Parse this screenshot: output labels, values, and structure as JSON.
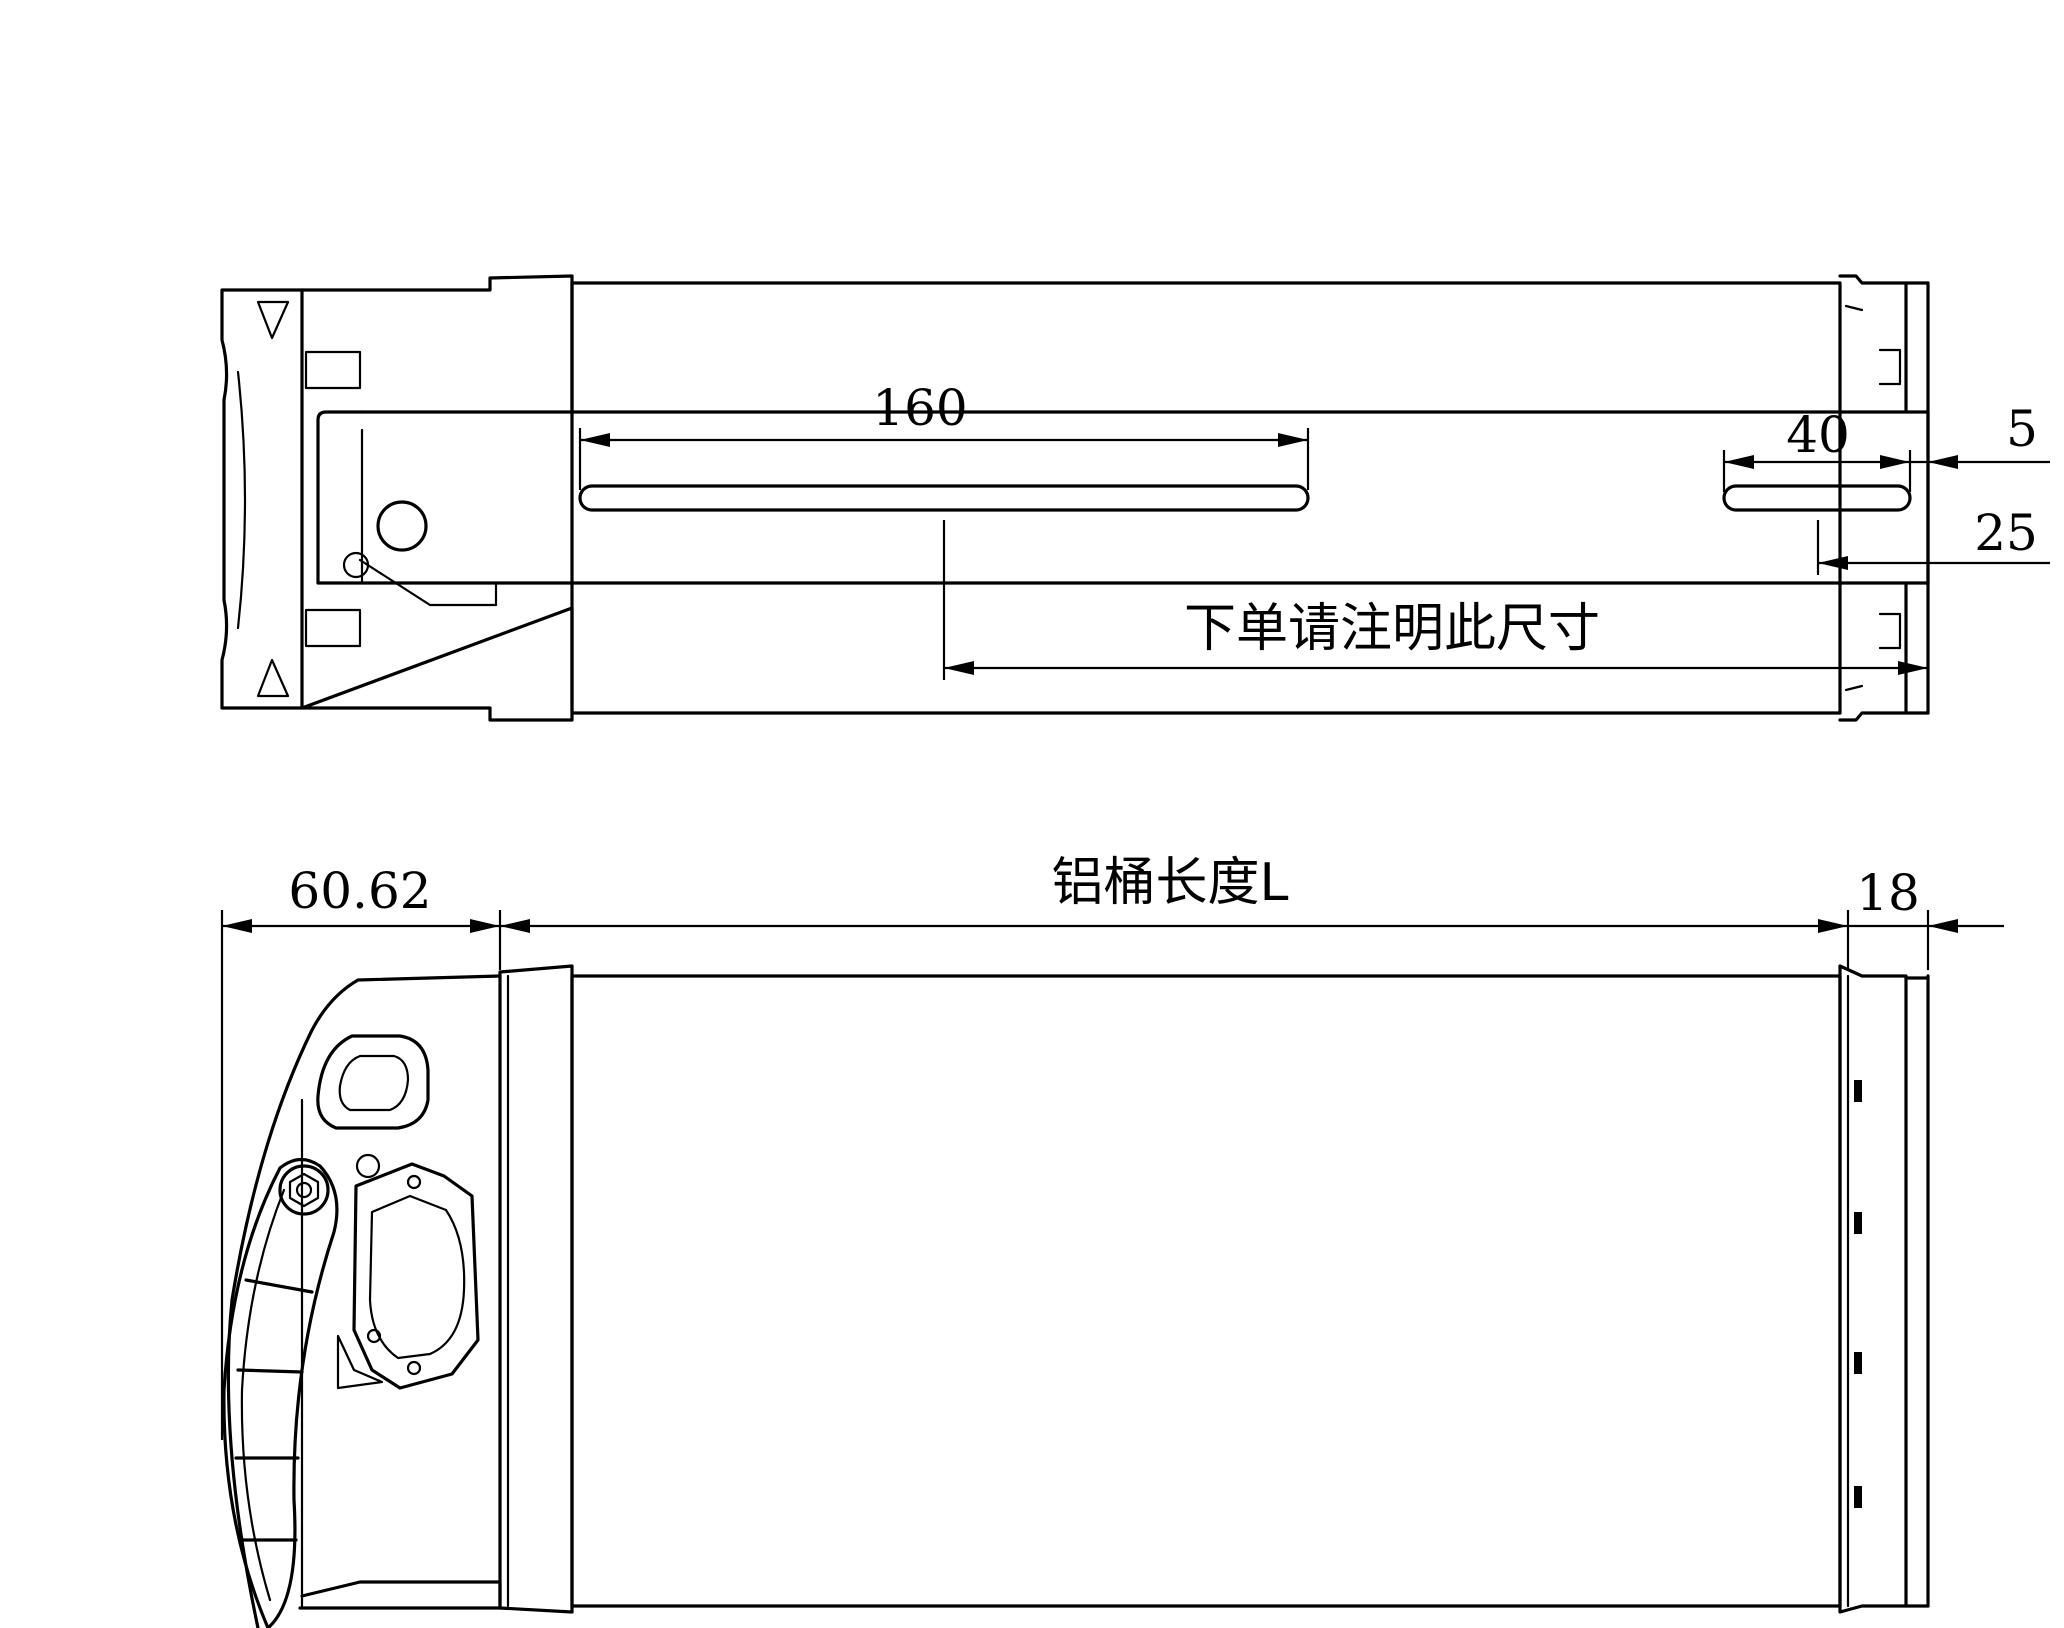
{
  "dimensions": {
    "slot_long": "160",
    "slot_short": "40",
    "edge_gap": "5",
    "rail_offset": "25",
    "order_note": "下单请注明此尺寸",
    "end_cap_length": "60.62",
    "tube_length": "铝桶长度L",
    "tail_length": "18"
  }
}
